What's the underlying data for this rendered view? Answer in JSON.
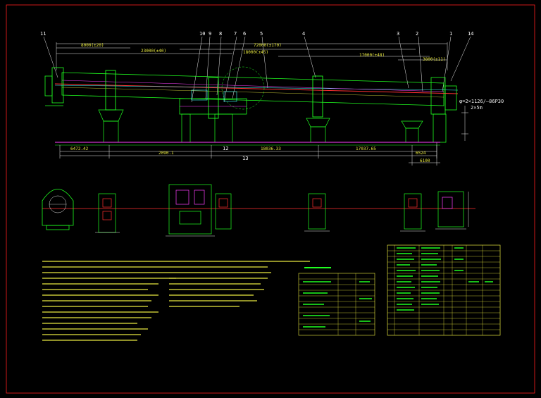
{
  "colors": {
    "background": "#000000",
    "frame": "#ff2020",
    "equipment": "#20ff20",
    "centerline": "#ff3030",
    "dimension": "#e8e8e8",
    "leader": "#e8e840",
    "magenta": "#ff40ff",
    "cyan": "#40ffff"
  },
  "part_tags": [
    "11",
    "10",
    "9",
    "8",
    "7",
    "6",
    "5",
    "4",
    "3",
    "2",
    "1",
    "14",
    "12",
    "13"
  ],
  "dimensions_top": [
    "8000(±20)",
    "23000(±40)",
    "18000(±45)",
    "72000(±170)",
    "17000(±48)",
    "3800(±11)"
  ],
  "dimensions_bottom": [
    "6472.42",
    "2090.1",
    "18036.33",
    "17037.65",
    "6524",
    "6100"
  ],
  "annotation_drive": "φ=2×1126/—86P30",
  "annotation_drive_sub": "2×5m"
}
